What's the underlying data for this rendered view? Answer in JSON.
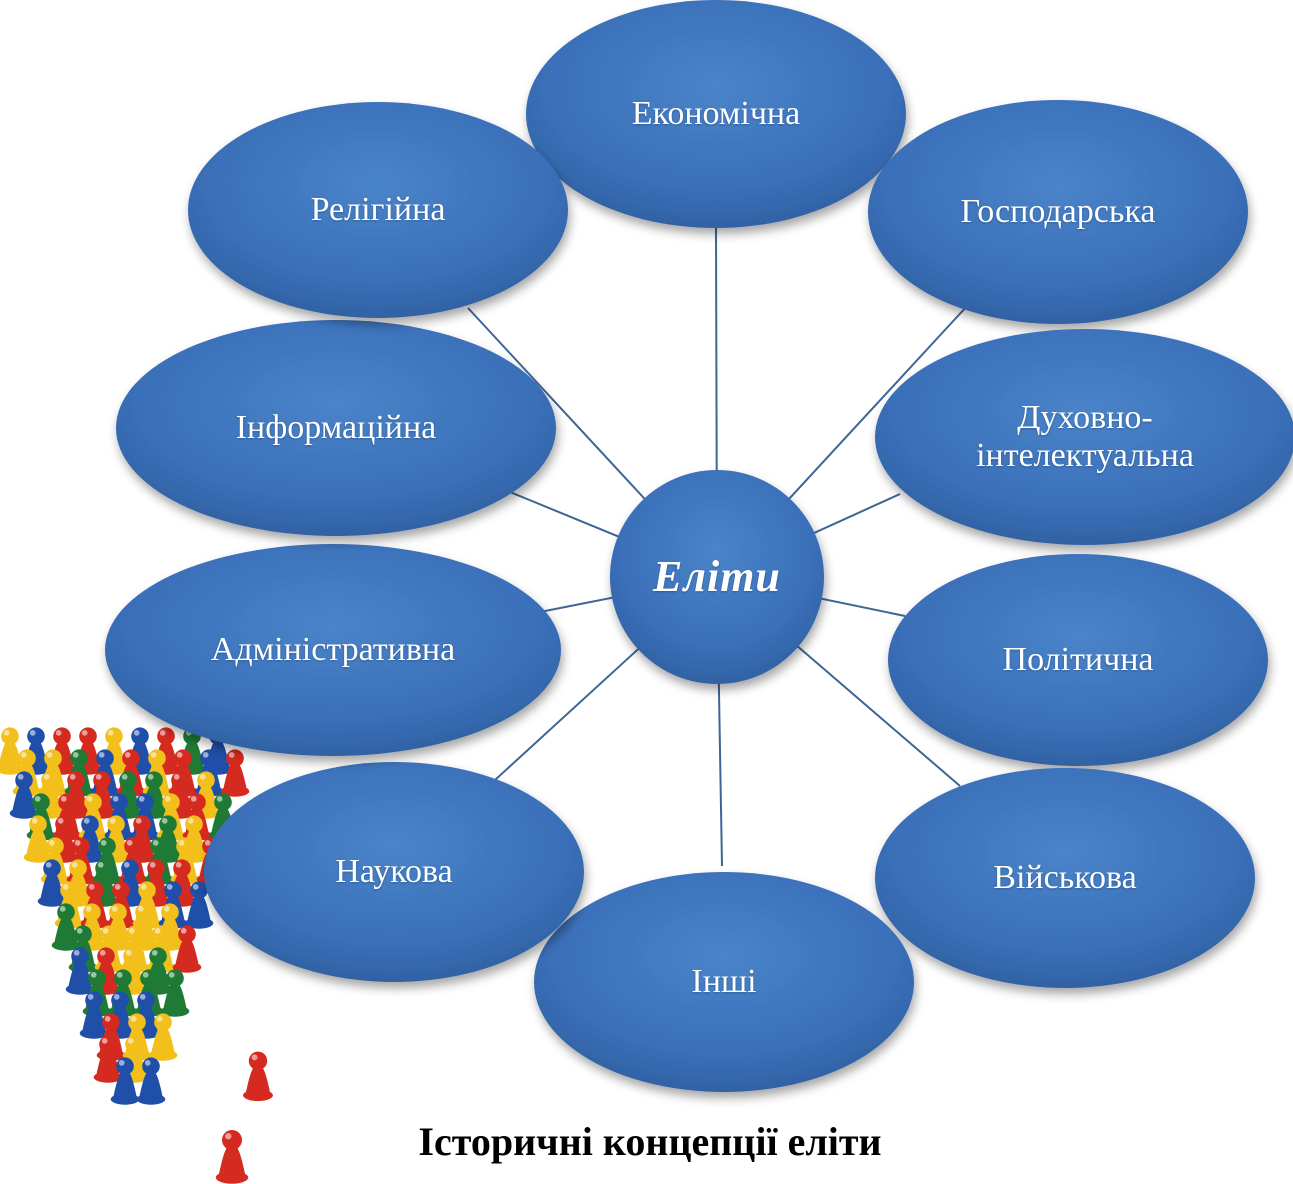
{
  "diagram": {
    "center": {
      "label": "Еліти"
    },
    "nodes": [
      {
        "id": "economic",
        "label": "Економічна"
      },
      {
        "id": "economy-business",
        "label": "Господарська"
      },
      {
        "id": "spiritual-intellectual",
        "label": "Духовно-\nінтелектуальна"
      },
      {
        "id": "political",
        "label": "Політична"
      },
      {
        "id": "military",
        "label": "Військова"
      },
      {
        "id": "others",
        "label": "Інші"
      },
      {
        "id": "scientific",
        "label": "Наукова"
      },
      {
        "id": "administrative",
        "label": "Адміністративна"
      },
      {
        "id": "informational",
        "label": "Інформаційна"
      },
      {
        "id": "religious",
        "label": "Релігійна"
      }
    ],
    "colors": {
      "node_fill": "#3a6fb9",
      "node_fill_light": "#4a84c9",
      "node_fill_dark": "#2c5a9a",
      "connector": "#3e6596",
      "pawn_red": "#d42a1f",
      "pawn_yellow": "#f2bf1b",
      "pawn_blue": "#1f4fa8",
      "pawn_green": "#1e7a35"
    }
  },
  "footer": {
    "title": "Історичні концепції еліти"
  }
}
